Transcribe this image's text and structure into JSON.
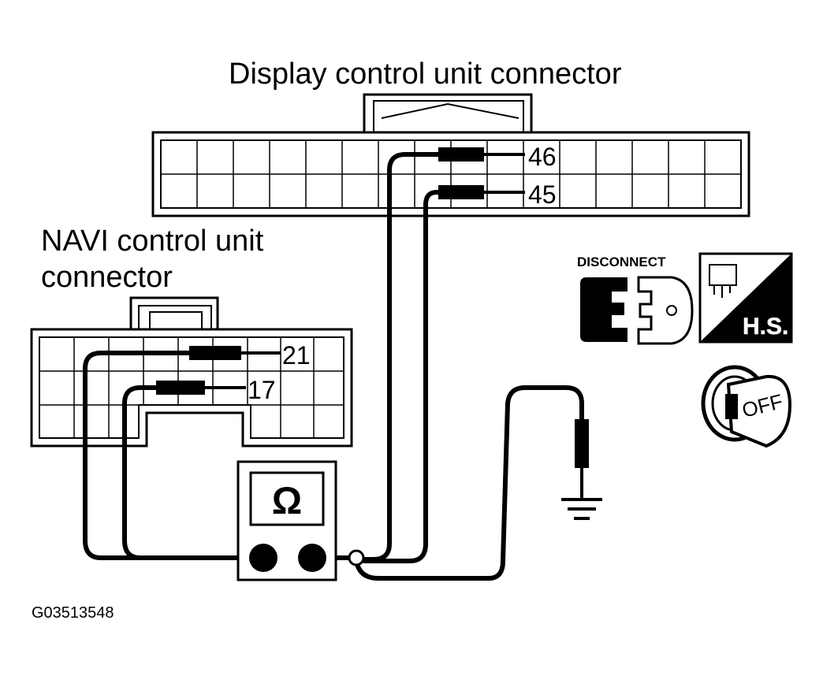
{
  "labels": {
    "display_connector": "Display control unit connector",
    "navi_connector_line1": "NAVI control unit",
    "navi_connector_line2": "connector",
    "figure_id": "G03513548",
    "disconnect": "DISCONNECT",
    "hs": "H.S.",
    "off": "OFF",
    "ohm": "Ω"
  },
  "pins": {
    "display": [
      "46",
      "45"
    ],
    "navi": [
      "21",
      "17"
    ]
  },
  "icons": [
    "disconnect-connector-icon",
    "harness-side-icon",
    "ignition-key-off-icon",
    "ground-icon",
    "ohmmeter-icon"
  ]
}
